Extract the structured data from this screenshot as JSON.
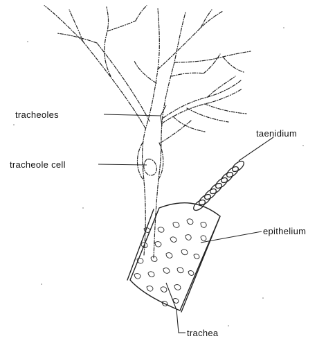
{
  "labels": {
    "tracheoles": "tracheoles",
    "tracheole_cell": "tracheole cell",
    "taenidium": "taenidium",
    "epithelium": "epithelium",
    "trachea": "trachea"
  },
  "colors": {
    "ink": "#222222",
    "background": "#ffffff"
  }
}
